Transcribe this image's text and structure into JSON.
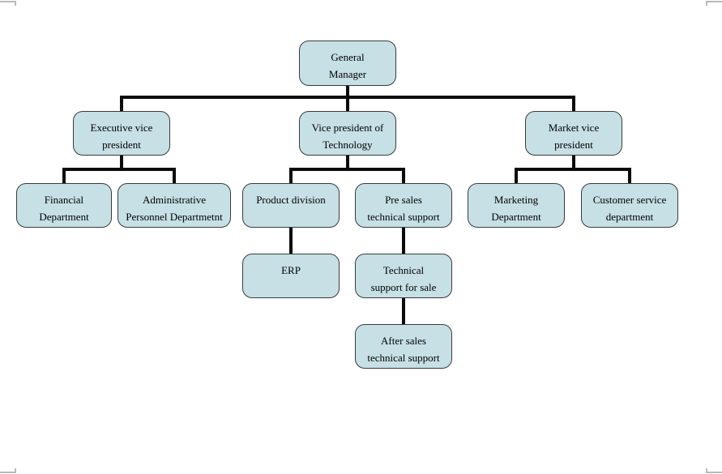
{
  "diagram": {
    "type": "org-chart",
    "nodes": {
      "general_manager": {
        "line1": "General",
        "line2": "Manager"
      },
      "executive_vp": {
        "line1": "Executive vice",
        "line2": "president"
      },
      "vp_technology": {
        "line1": "Vice president of",
        "line2": "Technology"
      },
      "market_vp": {
        "line1": "Market vice",
        "line2": "president"
      },
      "financial": {
        "line1": "Financial",
        "line2": "Department"
      },
      "admin_personnel": {
        "line1": "Administrative",
        "line2": "Personnel Departmetnt"
      },
      "product_division": {
        "line1": "Product division"
      },
      "pre_sales": {
        "line1": "Pre sales",
        "line2": "technical support"
      },
      "marketing": {
        "line1": "Marketing",
        "line2": "Department"
      },
      "customer_service": {
        "line1": "Customer service",
        "line2": "department"
      },
      "erp": {
        "line1": "ERP"
      },
      "tech_support_sale": {
        "line1": "Technical",
        "line2": "support for sale"
      },
      "after_sales": {
        "line1": "After sales",
        "line2": "technical support"
      }
    },
    "edges": [
      {
        "from": "general_manager",
        "to": "executive_vp"
      },
      {
        "from": "general_manager",
        "to": "vp_technology"
      },
      {
        "from": "general_manager",
        "to": "market_vp"
      },
      {
        "from": "executive_vp",
        "to": "financial"
      },
      {
        "from": "executive_vp",
        "to": "admin_personnel"
      },
      {
        "from": "vp_technology",
        "to": "product_division"
      },
      {
        "from": "vp_technology",
        "to": "pre_sales"
      },
      {
        "from": "market_vp",
        "to": "marketing"
      },
      {
        "from": "market_vp",
        "to": "customer_service"
      },
      {
        "from": "product_division",
        "to": "erp"
      },
      {
        "from": "pre_sales",
        "to": "tech_support_sale"
      },
      {
        "from": "tech_support_sale",
        "to": "after_sales"
      }
    ],
    "colors": {
      "node_fill": "#c6e0e5",
      "node_border": "#3a3a3a",
      "connector": "#0b0b0b",
      "corner_mark": "#b9b9b9"
    }
  }
}
